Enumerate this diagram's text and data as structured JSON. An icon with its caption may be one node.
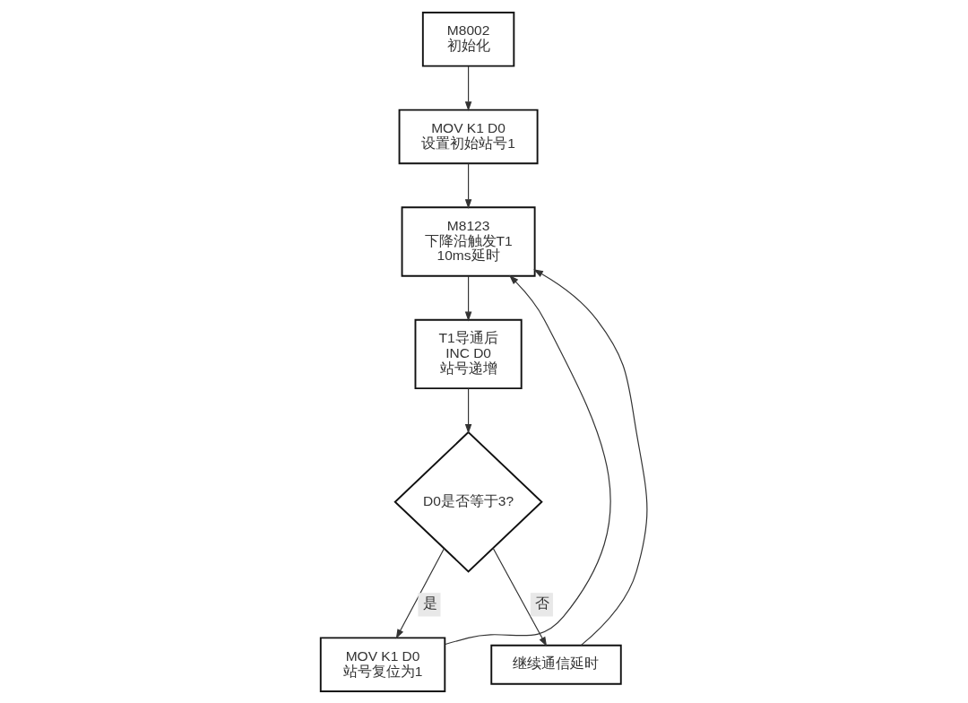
{
  "diagram": {
    "nodes": [
      {
        "text": [
          "M8002",
          "初始化"
        ]
      },
      {
        "text": [
          "MOV K1 D0",
          "设置初始站号1"
        ]
      },
      {
        "text": [
          "M8123",
          "下降沿触发T1",
          "10ms延时"
        ]
      },
      {
        "text": [
          "T1导通后",
          "INC D0",
          "站号递增"
        ]
      },
      {
        "text": [
          "D0是否等于3?"
        ]
      },
      {
        "text": [
          "MOV K1 D0",
          "站号复位为1"
        ]
      },
      {
        "text": [
          "继续通信延时"
        ]
      }
    ],
    "edges": [
      {
        "from": 0,
        "to": 1,
        "arrow": "to"
      },
      {
        "from": 1,
        "to": 2,
        "arrow": "to"
      },
      {
        "from": 2,
        "to": 3,
        "arrow": "to"
      },
      {
        "from": 3,
        "to": 4,
        "arrow": "to"
      },
      {
        "from": 4,
        "to": 5,
        "arrow": "to",
        "label": "是"
      },
      {
        "from": 4,
        "to": 6,
        "arrow": "to",
        "label": "否"
      },
      {
        "from": 5,
        "to": 2,
        "arrow": "to"
      },
      {
        "from": 6,
        "to": 2,
        "arrow": "to"
      }
    ]
  }
}
